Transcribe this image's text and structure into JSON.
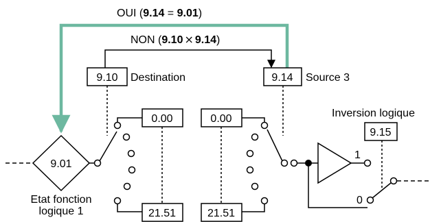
{
  "colors": {
    "line": "#000000",
    "highlight": "#6db8a0",
    "background": "#ffffff"
  },
  "top_label": {
    "prefix": "OUI (",
    "a": "9.14",
    "op": " = ",
    "b": "9.01",
    "suffix": ")"
  },
  "mid_label": {
    "prefix": "NON (",
    "a": "9.10",
    "op": "⨯",
    "b": "9.14",
    "suffix": ")"
  },
  "params": {
    "destination_box": "9.10",
    "destination_label": "Destination",
    "source_box": "9.14",
    "source_label": "Source 3",
    "function_box": "9.01",
    "function_label_line1": "Etat fonction",
    "function_label_line2": "logique 1",
    "left_selector_top": "0.00",
    "left_selector_bottom": "21.51",
    "right_selector_top": "0.00",
    "right_selector_bottom": "21.51",
    "inversion_title": "Inversion logique",
    "inversion_box": "9.15",
    "switch_pos_1": "1",
    "switch_pos_0": "0"
  }
}
